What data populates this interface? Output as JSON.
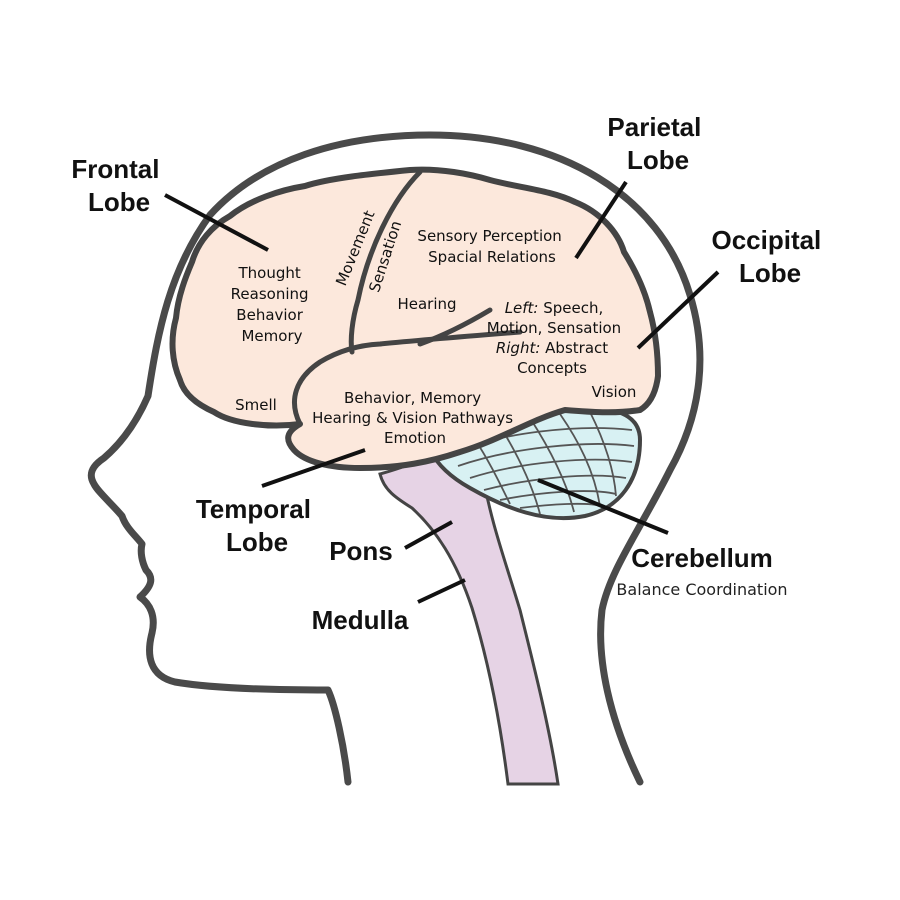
{
  "labels": {
    "frontal": [
      "Frontal",
      "Lobe"
    ],
    "parietal": [
      "Parietal",
      "Lobe"
    ],
    "occipital": [
      "Occipital",
      "Lobe"
    ],
    "temporal": [
      "Temporal",
      "Lobe"
    ],
    "pons": "Pons",
    "medulla": "Medulla",
    "cerebellum": "Cerebellum",
    "cerebellum_sub": "Balance Coordination"
  },
  "regions": {
    "frontal": [
      "Thought",
      "Reasoning",
      "Behavior",
      "Memory"
    ],
    "smell": "Smell",
    "movement": "Movement",
    "sensation": "Sensation",
    "parietal": [
      "Sensory Perception",
      "Spacial Relations"
    ],
    "hearing": "Hearing",
    "left_prefix": "Left:",
    "left_text": " Speech,",
    "left_line2": "Motion, Sensation",
    "right_prefix": "Right:",
    "right_text": " Abstract",
    "right_line2": "Concepts",
    "vision": "Vision",
    "temporal": [
      "Behavior, Memory",
      "Hearing & Vision Pathways",
      "Emotion"
    ]
  },
  "colors": {
    "cerebrum": "#fce8dc",
    "cerebellum": "#d8f1f3",
    "brainstem": "#e6d3e5",
    "outline": "#4a4a4a"
  }
}
